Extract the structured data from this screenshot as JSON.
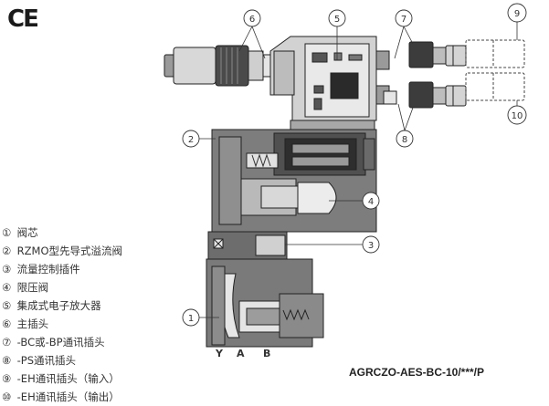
{
  "certification_mark": "CE",
  "model_code": "AGRCZO-AES-BC-10/***/P",
  "ports": [
    "Y",
    "A",
    "B"
  ],
  "callouts": [
    "2",
    "1",
    "3",
    "4",
    "5",
    "6",
    "7",
    "8",
    "9",
    "10"
  ],
  "legend": [
    {
      "num": "①",
      "text": "阀芯"
    },
    {
      "num": "②",
      "text": "RZMO型先导式溢流阀"
    },
    {
      "num": "③",
      "text": "流量控制插件"
    },
    {
      "num": "④",
      "text": "限压阀"
    },
    {
      "num": "⑤",
      "text": "集成式电子放大器"
    },
    {
      "num": "⑥",
      "text": "主插头"
    },
    {
      "num": "⑦",
      "text": "-BC或-BP通讯插头"
    },
    {
      "num": "⑧",
      "text": "-PS通讯插头"
    },
    {
      "num": "⑨",
      "text": "-EH通讯插头（输入）"
    },
    {
      "num": "⑩",
      "text": "-EH通讯插头（输出）"
    }
  ]
}
